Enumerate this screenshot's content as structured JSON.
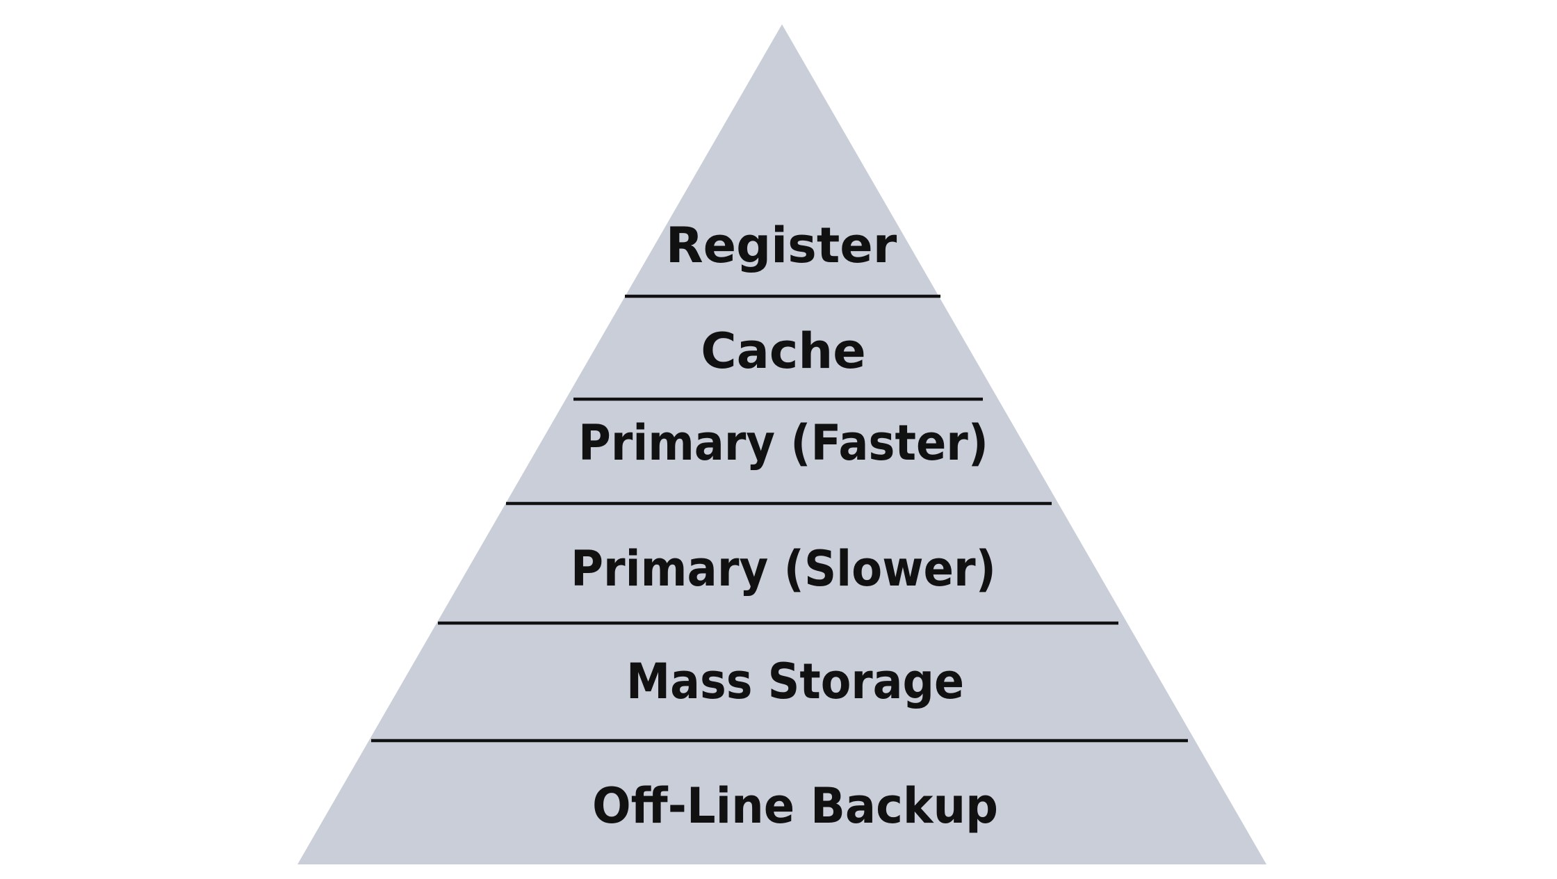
{
  "diagram": {
    "type": "pyramid",
    "fill_color": "#c9ced8",
    "line_color": "#111111",
    "text_color": "#111111",
    "tiers": [
      {
        "label": "Register"
      },
      {
        "label": "Cache"
      },
      {
        "label": "Primary (Faster)"
      },
      {
        "label": "Primary (Slower)"
      },
      {
        "label": "Mass Storage"
      },
      {
        "label": "Off-Line Backup"
      }
    ]
  }
}
